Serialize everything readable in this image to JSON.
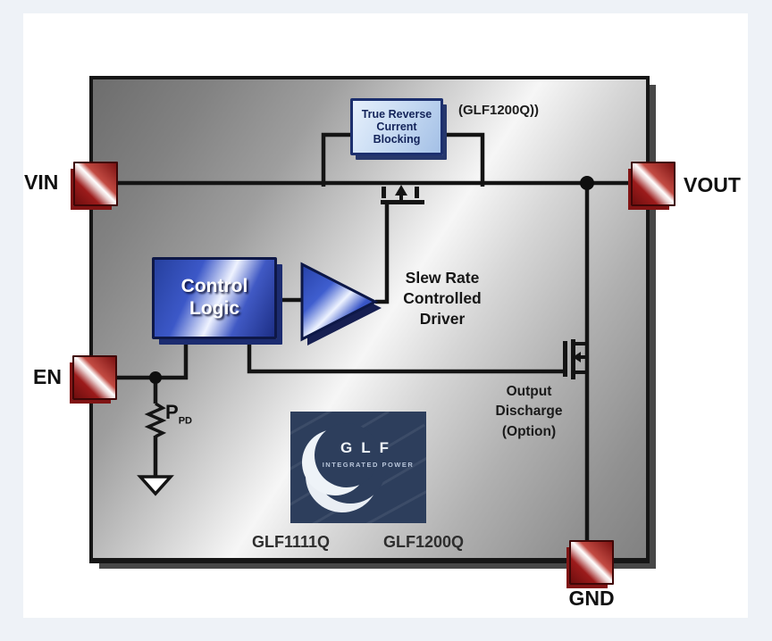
{
  "figure": {
    "pins": {
      "vin": {
        "label": "VIN"
      },
      "vout": {
        "label": "VOUT"
      },
      "en": {
        "label": "EN"
      },
      "gnd": {
        "label": "GND"
      }
    },
    "blocks": {
      "reverse_blocking": {
        "line1": "True Reverse",
        "line2": "Current",
        "line3": "Blocking"
      },
      "control_logic": {
        "line1": "Control",
        "line2": "Logic"
      },
      "slew_driver": {
        "line1": "Slew Rate",
        "line2": "Controlled",
        "line3": "Driver"
      },
      "output_discharge": {
        "line1": "Output",
        "line2": "Discharge",
        "line3": "(Option)"
      }
    },
    "annotations": {
      "variant_note": "(GLF1200Q))",
      "pulldown_main": "P",
      "pulldown_sub": "PD",
      "part_number_left": "GLF1111Q",
      "part_number_right": "GLF1200Q"
    },
    "logo": {
      "brand": "GLF",
      "tagline": "INTEGRATED POWER"
    },
    "colors": {
      "page_bg": "#eef2f7",
      "panel_bg": "#ffffff",
      "wire": "#141414",
      "pin_red": "#9c1b1b",
      "pin_red_dark": "#5f0c0c",
      "block_blue": "#3c58c8",
      "block_blue_dark": "#17225a",
      "light_blue_fill": "#c6daf2",
      "navy_border": "#1c2f6e",
      "logo_navy": "#2d3e5c",
      "chip_gray": "#9e9e9e"
    }
  }
}
